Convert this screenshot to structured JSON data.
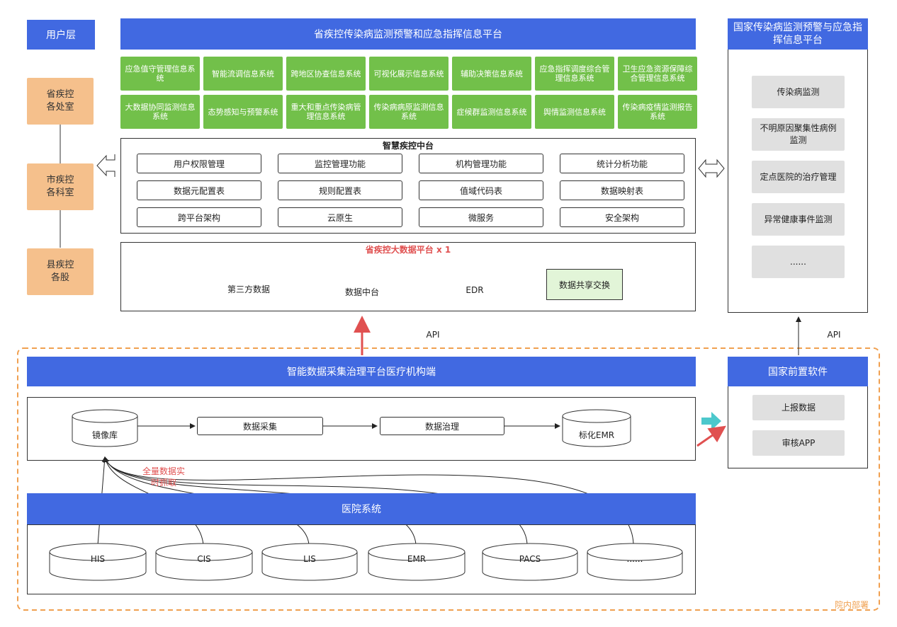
{
  "user_layer": {
    "title": "用户层",
    "levels": [
      "省疾控\n各处室",
      "市疾控\n各科室",
      "县疾控\n各股"
    ]
  },
  "province_platform": {
    "title": "省疾控传染病监测预警和应急指挥信息平台",
    "systems_row1": [
      "应急值守管理信息系统",
      "智能流调信息系统",
      "跨地区协查信息系统",
      "可视化展示信息系统",
      "辅助决策信息系统",
      "应急指挥调度综合管理信息系统",
      "卫生应急资源保障综合管理信息系统"
    ],
    "systems_row2": [
      "大数据协同监测信息系统",
      "态势感知与预警系统",
      "重大和重点传染病管理信息系统",
      "传染病病原监测信息系统",
      "症候群监测信息系统",
      "舆情监测信息系统",
      "传染病疫情监测报告系统"
    ]
  },
  "middle_platform": {
    "title": "智慧疾控中台",
    "functions": [
      "用户权限管理",
      "监控管理功能",
      "机构管理功能",
      "统计分析功能",
      "数据元配置表",
      "规则配置表",
      "值域代码表",
      "数据映射表",
      "跨平台架构",
      "云原生",
      "微服务",
      "安全架构"
    ]
  },
  "bigdata": {
    "title": "省疾控大数据平台 x 1",
    "third_party": "第三方数据",
    "data_center": "数据中台",
    "edr": "EDR",
    "share": "数据共享交换"
  },
  "national_platform": {
    "title": "国家传染病监测预警与应急指挥信息平台",
    "items": [
      "传染病监测",
      "不明原因聚集性病例监测",
      "定点医院的治疗管理",
      "异常健康事件监测",
      "......"
    ]
  },
  "api_left": "API",
  "api_right": "API",
  "collect_platform": {
    "title": "智能数据采集治理平台医疗机构端",
    "mirror": "镜像库",
    "collect": "数据采集",
    "govern": "数据治理",
    "emr_std": "标化EMR",
    "realtime_note": "全量数据实\n时抓取"
  },
  "front_software": {
    "title": "国家前置软件",
    "items": [
      "上报数据",
      "审核APP"
    ]
  },
  "hospital": {
    "title": "医院系统",
    "systems": [
      "HIS",
      "CIS",
      "LIS",
      "EMR",
      "PACS",
      "......"
    ]
  },
  "deploy_label": "院内部署",
  "colors": {
    "blue": "#4169e1",
    "green": "#72c04a",
    "orange": "#f5c08c",
    "red": "#e05050",
    "teal": "#4cc8cc",
    "dash": "#f0a050"
  }
}
